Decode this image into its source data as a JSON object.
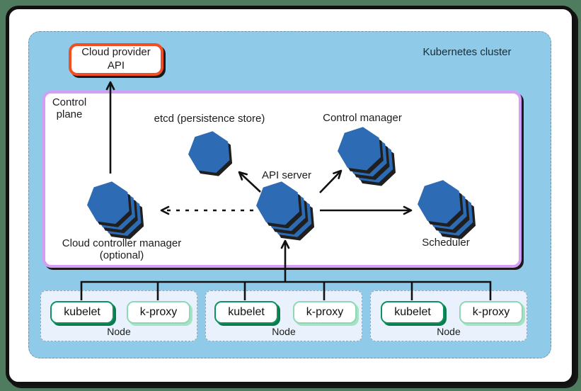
{
  "cluster": {
    "label": "Kubernetes cluster"
  },
  "cloud_provider_api": {
    "line1": "Cloud provider",
    "line2": "API"
  },
  "control_plane": {
    "label_line1": "Control",
    "label_line2": "plane",
    "etcd_label": "etcd (persistence store)",
    "control_manager_label": "Control manager",
    "api_server_label": "API server",
    "cloud_controller_manager_line1": "Cloud controller manager",
    "cloud_controller_manager_line2": "(optional)",
    "scheduler_label": "Scheduler"
  },
  "nodes": [
    {
      "kubelet_label": "kubelet",
      "kproxy_label": "k-proxy",
      "node_label": "Node"
    },
    {
      "kubelet_label": "kubelet",
      "kproxy_label": "k-proxy",
      "node_label": "Node"
    },
    {
      "kubelet_label": "kubelet",
      "kproxy_label": "k-proxy",
      "node_label": "Node"
    }
  ],
  "icons": {
    "etcd": "heptagon-icon",
    "control_manager": "heptagon-stack-icon",
    "api_server": "heptagon-stack-icon",
    "cloud_controller_manager": "heptagon-stack-icon",
    "scheduler": "heptagon-stack-icon"
  },
  "colors": {
    "page_background": "#4f7b5e",
    "cluster_background": "#8fcbe8",
    "heptagon_blue": "#2d6cb4",
    "heptagon_shadow": "#1f1f1f",
    "control_plane_border": "#d49ef4",
    "cloud_api_border": "#f14e23",
    "kubelet_border": "#0f9160",
    "kproxy_border": "#8fd8b4",
    "node_background": "#e9f2fc",
    "line_color": "#111111"
  }
}
